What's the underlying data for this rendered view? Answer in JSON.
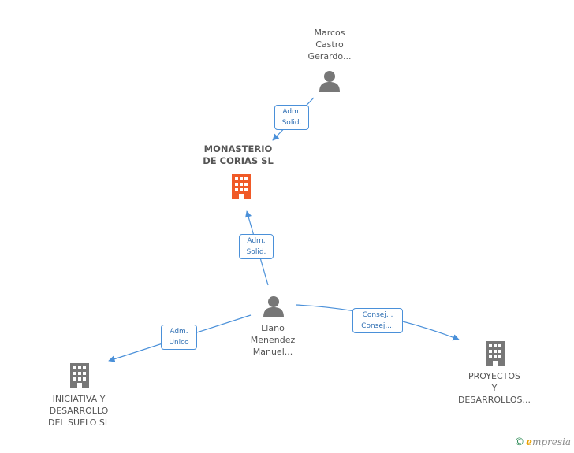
{
  "nodes": {
    "monasterio": {
      "lines": [
        "MONASTERIO",
        "DE CORIAS SL"
      ],
      "type": "company",
      "highlight": true
    },
    "marcos": {
      "lines": [
        "Marcos",
        "Castro",
        "Gerardo..."
      ],
      "type": "person"
    },
    "llano": {
      "lines": [
        "Llano",
        "Menendez",
        "Manuel..."
      ],
      "type": "person"
    },
    "iniciativa": {
      "lines": [
        "INICIATIVA Y",
        "DESARROLLO",
        "DEL SUELO SL"
      ],
      "type": "company"
    },
    "proyectos": {
      "lines": [
        "PROYECTOS",
        "Y",
        "DESARROLLOS..."
      ],
      "type": "company"
    }
  },
  "edges": {
    "marcos_monasterio": {
      "lines": [
        "Adm.",
        "Solid."
      ]
    },
    "llano_monasterio": {
      "lines": [
        "Adm.",
        "Solid."
      ]
    },
    "llano_iniciativa": {
      "lines": [
        "Adm.",
        "Unico"
      ]
    },
    "llano_proyectos": {
      "lines": [
        "Consej. ,",
        "Consej...."
      ]
    }
  },
  "watermark": {
    "copyright": "©",
    "brand_initial": "e",
    "brand_rest": "mpresia"
  },
  "colors": {
    "edge": "#4a90d9",
    "person_icon": "#777777",
    "company_icon": "#777777",
    "highlight_icon": "#f05a28"
  }
}
